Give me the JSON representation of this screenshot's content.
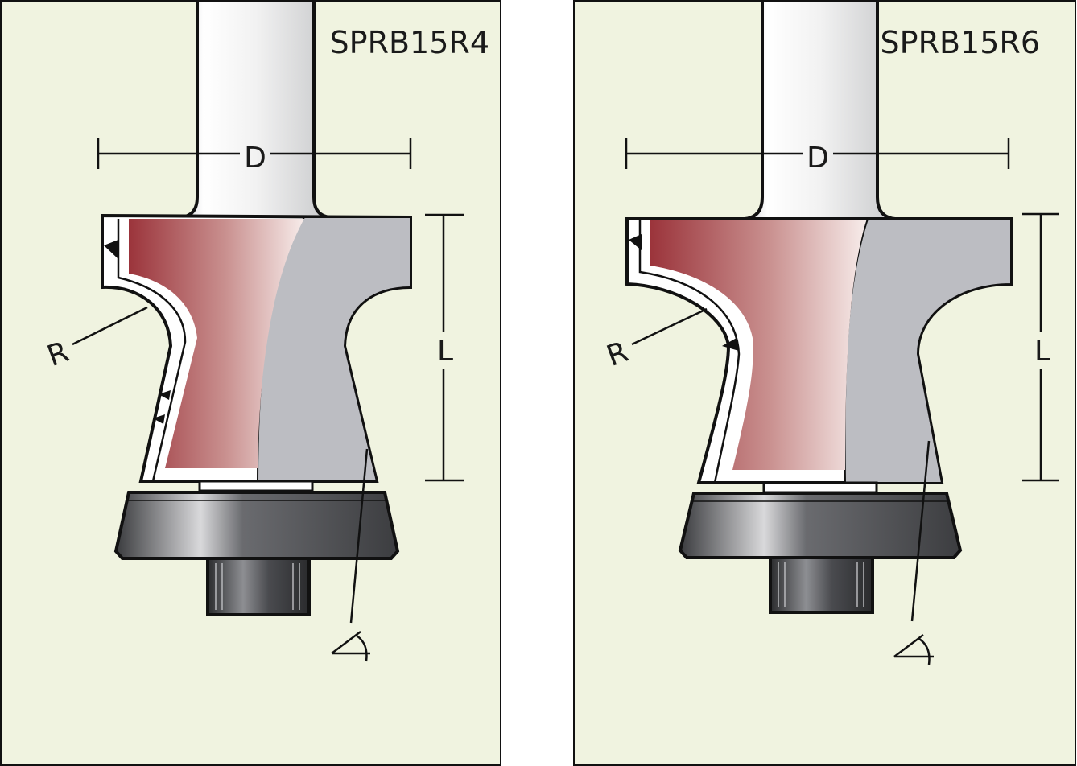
{
  "panels": [
    {
      "model": "SPRB15R4",
      "dim_d": "D",
      "dim_l": "L",
      "dim_r": "R"
    },
    {
      "model": "SPRB15R6",
      "dim_d": "D",
      "dim_l": "L",
      "dim_r": "R"
    }
  ],
  "colors": {
    "panel_bg": "#f0f3e0",
    "shank": "#ececec",
    "body_gray": "#bcbdc2",
    "cutter_red": "#9c3a40",
    "bearing": "#4a4b4f",
    "outline": "#111111"
  }
}
